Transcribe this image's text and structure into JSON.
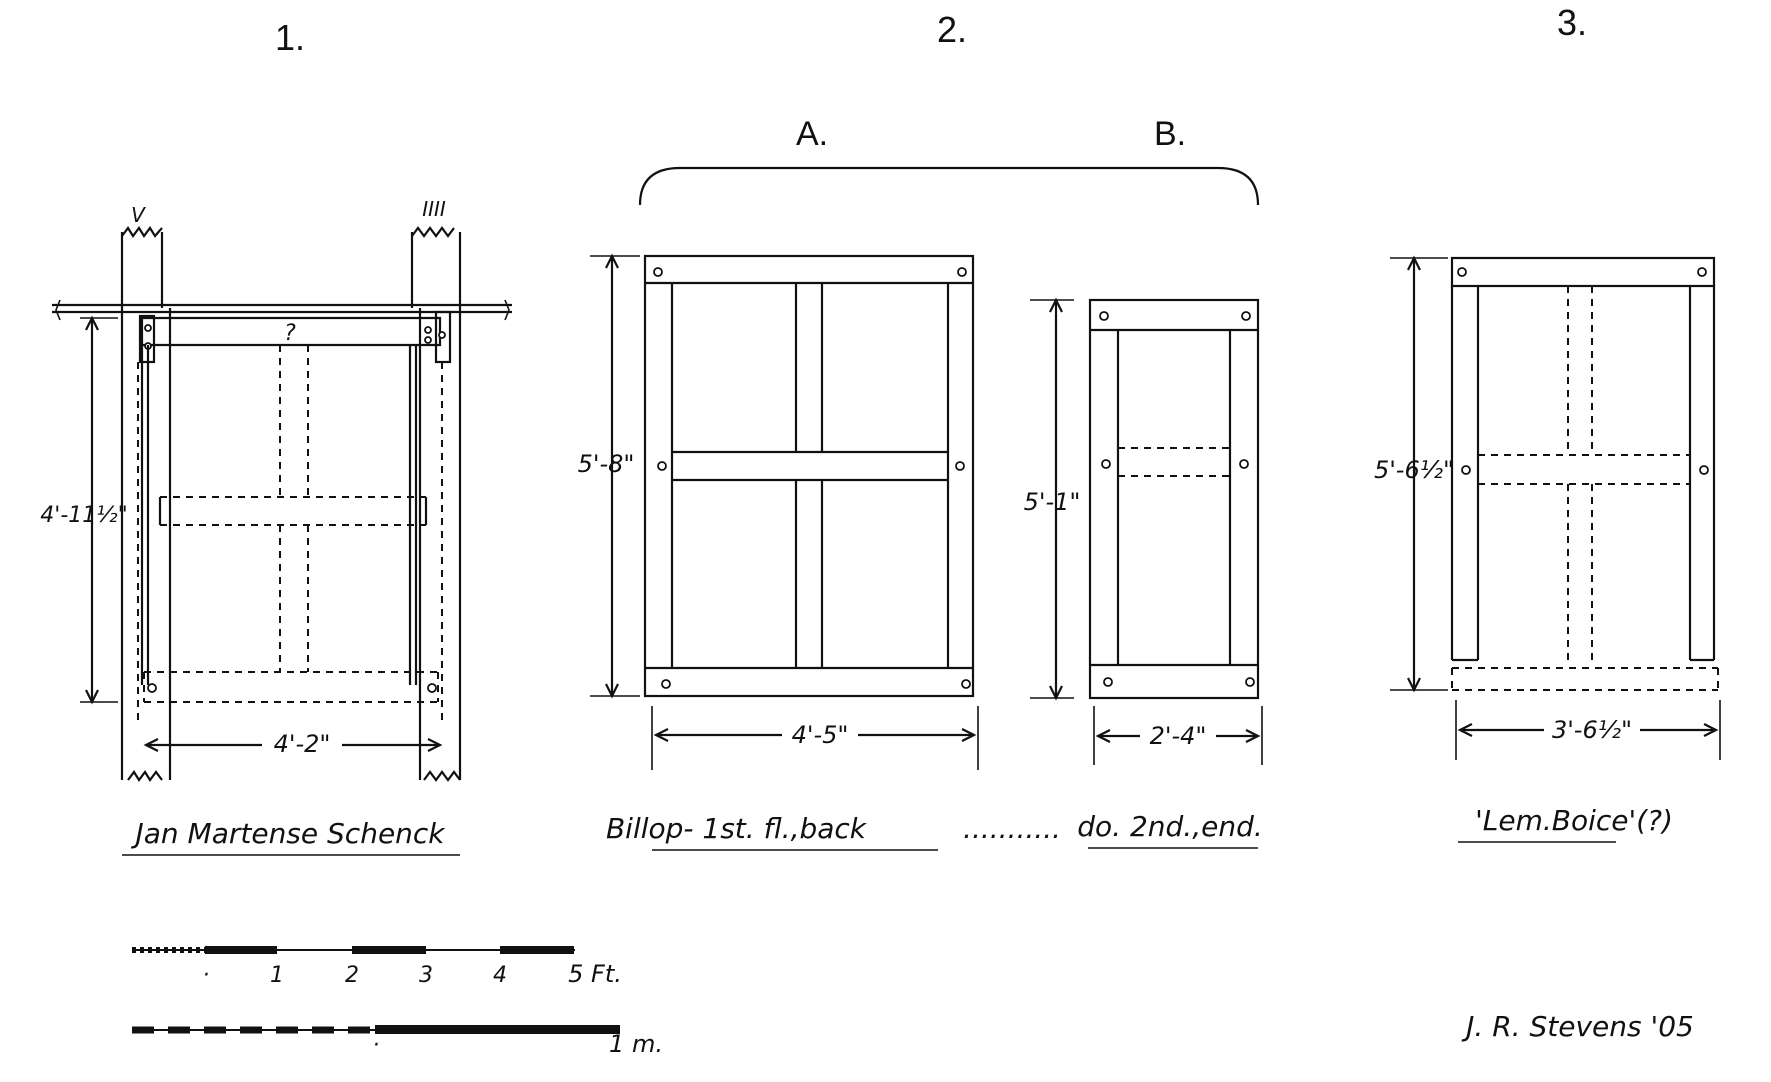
{
  "figures": [
    {
      "number": "1.",
      "caption": "Jan Martense Schenck",
      "post_marks": [
        "V",
        "IIII"
      ],
      "question_mark": "?",
      "height": "4'-11½\"",
      "width": "4'-2\""
    },
    {
      "number": "2.",
      "sub_labels": [
        "A.",
        "B."
      ],
      "caption_a": "Billop- 1st. fl.,back",
      "leader": "...........",
      "caption_b": "do. 2nd.,end.",
      "frame_a": {
        "height": "5'-8\"",
        "width": "4'-5\""
      },
      "frame_b": {
        "height": "5'-1\"",
        "width": "2'-4\""
      }
    },
    {
      "number": "3.",
      "caption": "'Lem.Boice'(?)",
      "height": "5'-6½\"",
      "width": "3'-6½\""
    }
  ],
  "scale_feet": {
    "ticks": [
      "·",
      "1",
      "2",
      "3",
      "4",
      "5 Ft."
    ]
  },
  "scale_metric": {
    "ticks": [
      "·",
      "1 m."
    ]
  },
  "signature": "J. R. Stevens '05",
  "colors": {
    "ink": "#111111",
    "paper": "#ffffff"
  }
}
